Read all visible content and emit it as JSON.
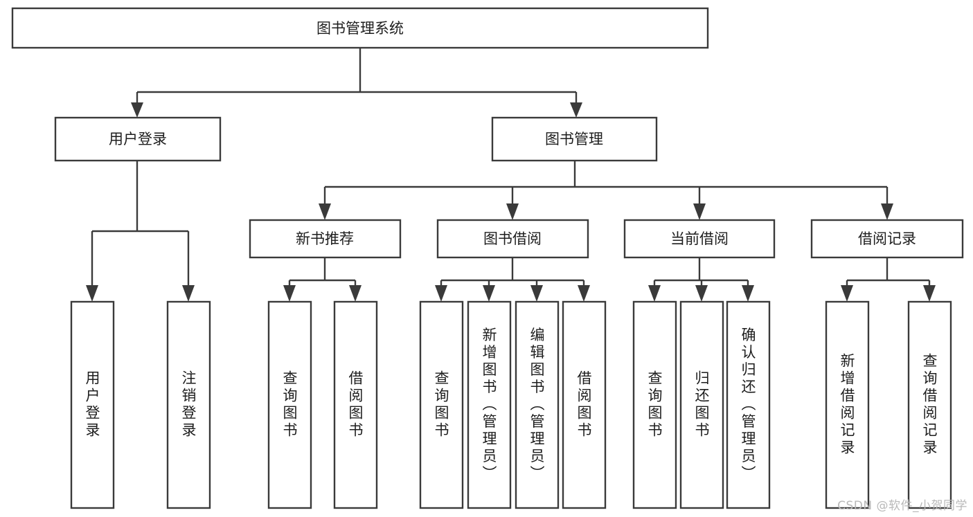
{
  "diagram": {
    "type": "hierarchy-tree",
    "title": "图书管理系统",
    "watermark": "CSDN @软件_小贺同学",
    "colors": {
      "stroke": "#3a3a3a",
      "fill": "#ffffff",
      "text": "#1d1d1d",
      "watermark": "#b9b9b9",
      "background": "#ffffff"
    },
    "levels": {
      "root": {
        "label": "图书管理系统"
      },
      "level2": [
        {
          "label": "用户登录"
        },
        {
          "label": "图书管理"
        }
      ],
      "level3": [
        {
          "label": "新书推荐"
        },
        {
          "label": "图书借阅"
        },
        {
          "label": "当前借阅"
        },
        {
          "label": "借阅记录"
        }
      ],
      "leaves": [
        {
          "label": "用户登录",
          "parent": "用户登录"
        },
        {
          "label": "注销登录",
          "parent": "用户登录"
        },
        {
          "label": "查询图书",
          "parent": "新书推荐"
        },
        {
          "label": "借阅图书",
          "parent": "新书推荐"
        },
        {
          "label": "查询图书",
          "parent": "图书借阅"
        },
        {
          "label": "新增图书（管理员）",
          "parent": "图书借阅"
        },
        {
          "label": "编辑图书（管理员）",
          "parent": "图书借阅"
        },
        {
          "label": "借阅图书",
          "parent": "图书借阅"
        },
        {
          "label": "查询图书",
          "parent": "当前借阅"
        },
        {
          "label": "归还图书",
          "parent": "当前借阅"
        },
        {
          "label": "确认归还（管理员）",
          "parent": "当前借阅"
        },
        {
          "label": "新增借阅记录",
          "parent": "借阅记录"
        },
        {
          "label": "查询借阅记录",
          "parent": "借阅记录"
        }
      ]
    }
  }
}
